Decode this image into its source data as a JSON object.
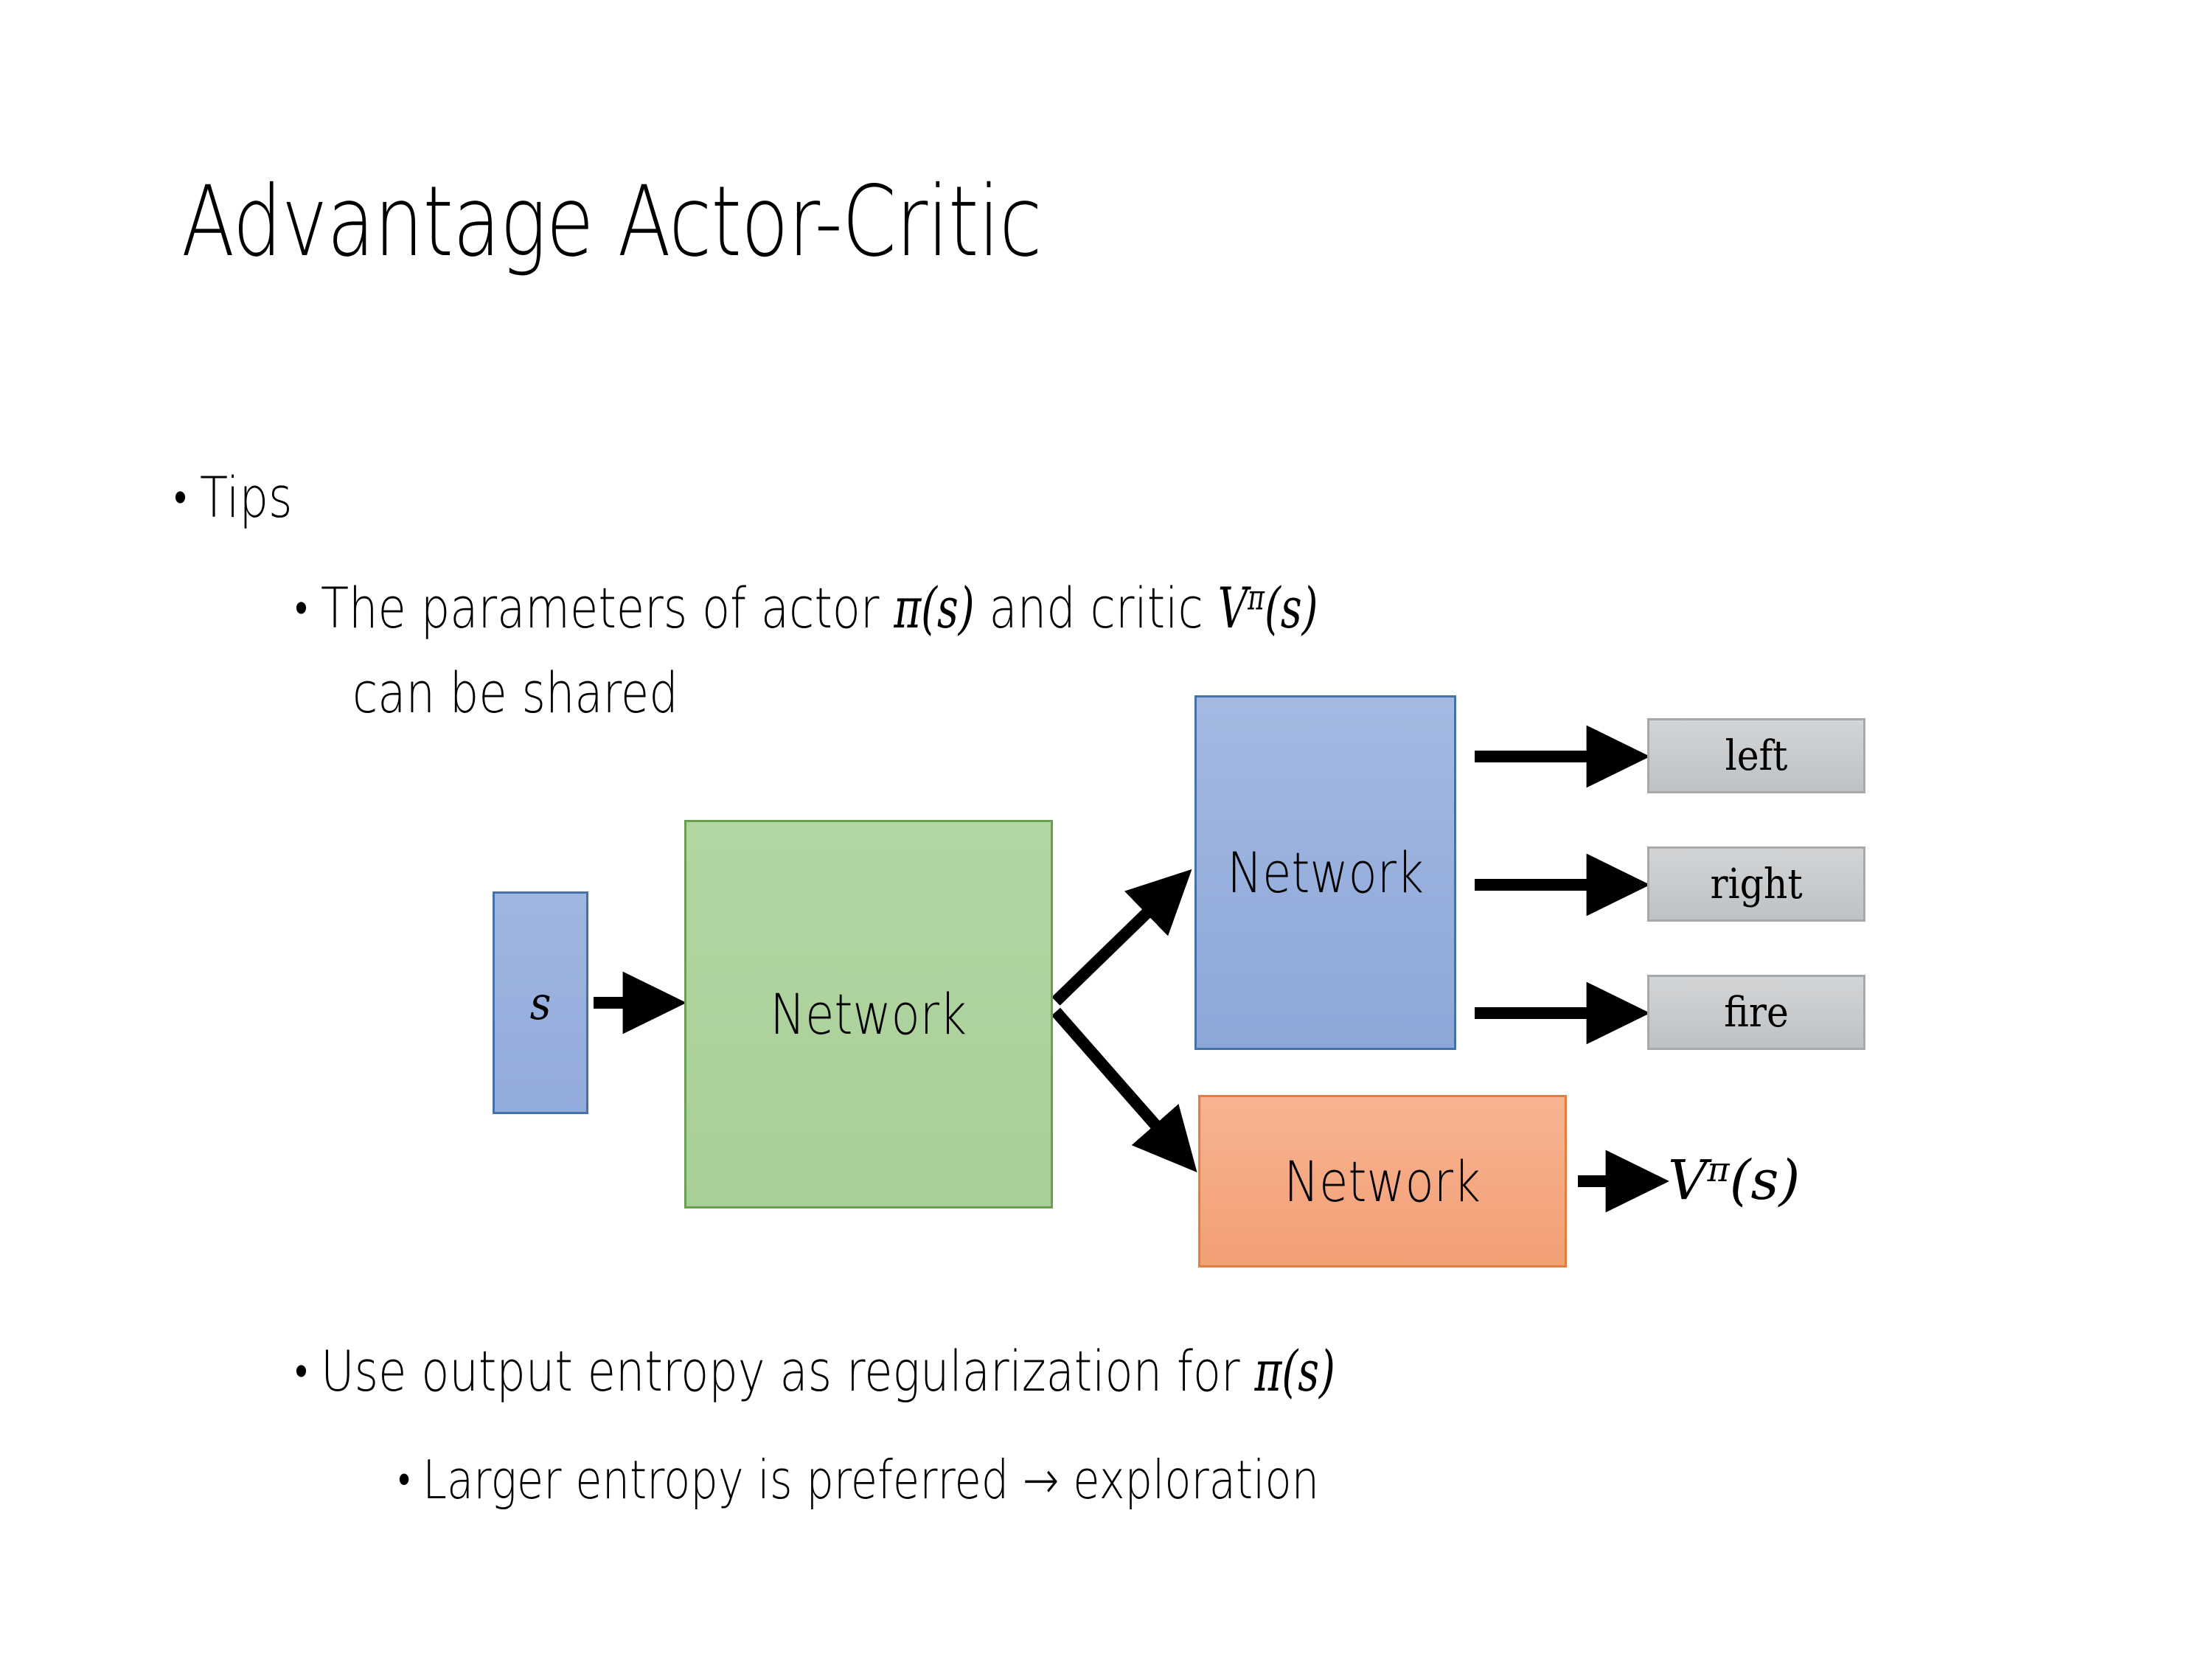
{
  "slide": {
    "title": "Advantage Actor-Critic",
    "background": "#ffffff"
  },
  "bullets": {
    "tips": "Tips",
    "params_prefix": "The parameters of actor ",
    "params_actor": "π(s)",
    "params_middle": "  and critic ",
    "params_critic_base": "V",
    "params_critic_sup": "π",
    "params_critic_arg": "(s)",
    "params_wrap": "can be shared",
    "entropy_prefix": "Use output entropy as regularization for ",
    "entropy_policy": "π(s)",
    "exploration": "Larger entropy is preferred → exploration"
  },
  "diagram": {
    "state_label": "s",
    "shared_network_label": "Network",
    "actor_network_label": "Network",
    "critic_network_label": "Network",
    "outputs": [
      {
        "label": "left"
      },
      {
        "label": "right"
      },
      {
        "label": "fire"
      }
    ],
    "critic_value_base": "V",
    "critic_value_sup": "π",
    "critic_value_arg": "(s)"
  },
  "colors": {
    "state_fill": "#93abdc",
    "state_border": "#4472a8",
    "shared_fill": "#a9cf98",
    "shared_border": "#6a9e51",
    "actor_fill": "#8da7d8",
    "actor_border": "#4472a8",
    "critic_fill": "#f29f74",
    "critic_border": "#e08040",
    "output_fill": "#c7cacc",
    "output_border": "#a6a9ab",
    "arrow": "#000000",
    "text": "#000000"
  }
}
